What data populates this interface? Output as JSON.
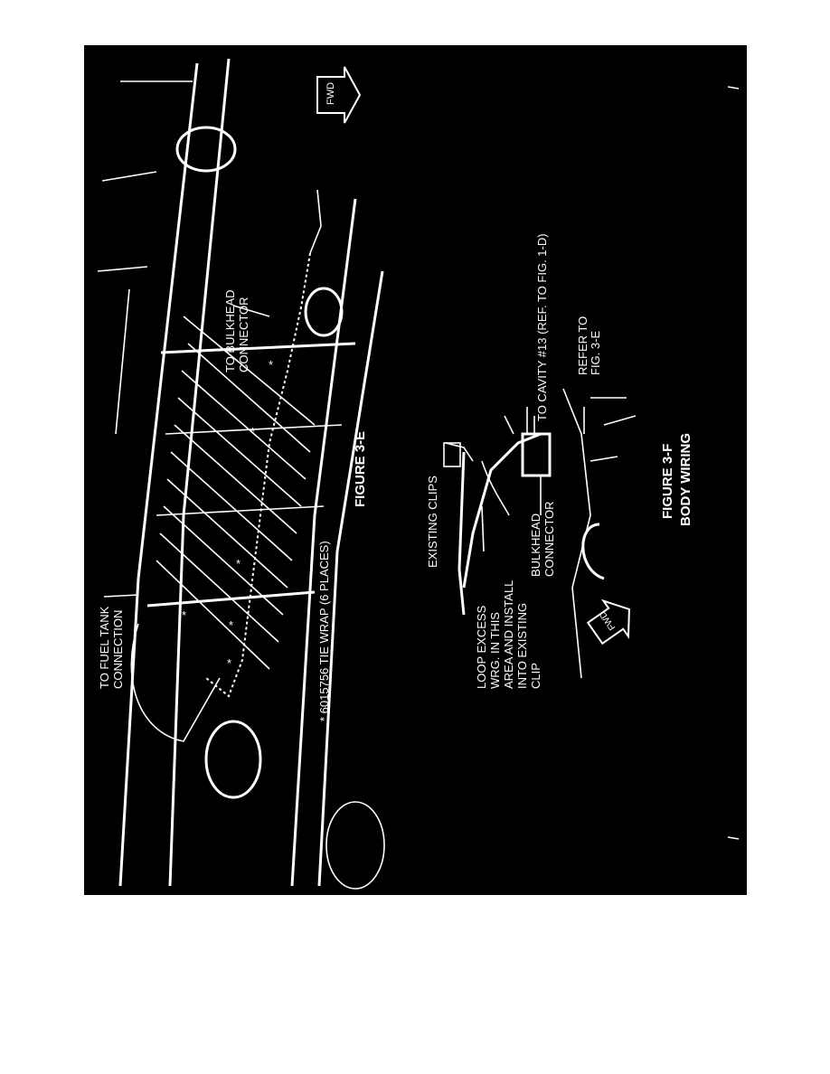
{
  "figure_e": {
    "title": "FIGURE 3-E",
    "label_fuel_tank": [
      "TO FUEL TANK",
      "CONNECTION"
    ],
    "label_bulkhead": [
      "TO BULKHEAD",
      "CONNECTOR"
    ],
    "label_tie_wrap": "* 6015756 TIE WRAP (6 PLACES)",
    "fwd_label": "FWD",
    "tie_wrap_marker": "*"
  },
  "figure_f": {
    "title": "FIGURE 3-F",
    "subtitle": "BODY WIRING",
    "label_existing_clips": "EXISTING CLIPS",
    "label_loop": [
      "LOOP EXCESS",
      "WRG. IN THIS",
      "AREA AND INSTALL",
      "INTO EXISTING",
      "CLIP"
    ],
    "label_bulkhead": [
      "BULKHEAD",
      "CONNECTOR"
    ],
    "label_cavity": "TO CAVITY #13 (REF. TO FIG. 1-D)",
    "label_refer": [
      "REFER TO",
      "FIG. 3-E"
    ],
    "fwd_label": "FWD"
  },
  "colors": {
    "background": "#000000",
    "linework": "#ffffff",
    "page": "#ffffff"
  }
}
